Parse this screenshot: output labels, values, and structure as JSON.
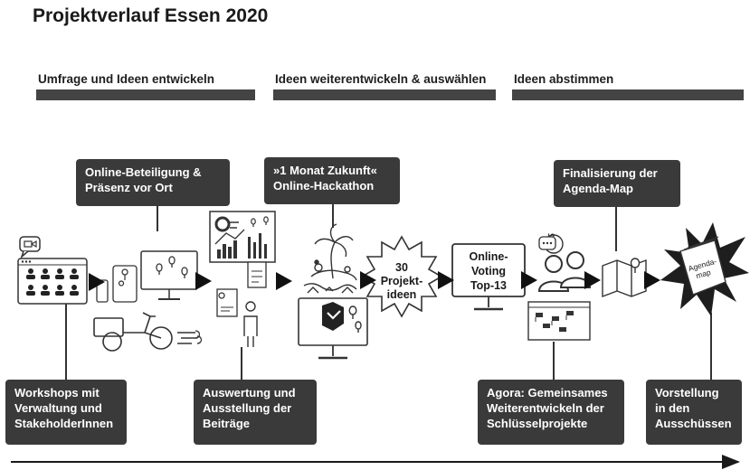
{
  "title": "Projektverlauf Essen 2020",
  "phases": [
    {
      "label": "Umfrage und Ideen entwickeln"
    },
    {
      "label": "Ideen weiterentwickeln & auswählen"
    },
    {
      "label": "Ideen abstimmen"
    }
  ],
  "boxes": {
    "online_beteiligung": "Online-Beteiligung &\nPräsenz vor Ort",
    "hackathon": "»1 Monat Zukunft«\nOnline-Hackathon",
    "agenda_map": "Finalisierung der\nAgenda-Map",
    "workshops": "Workshops mit\nVerwaltung und\nStakeholderInnen",
    "auswertung": "Auswertung und\nAusstellung der\nBeiträge",
    "agora": "Agora: Gemeinsames\nWeiterentwickeln der\nSchlüsselprojekte",
    "vorstellung": "Vorstellung\nin den\nAusschüssen"
  },
  "center": {
    "projektideen": "30\nProjekt-\nideen",
    "voting": "Online-\nVoting\nTop-13"
  },
  "icons": {
    "agenda_map_label": "Agenda-\nmap",
    "chat_bubble": "!?"
  },
  "colors": {
    "box_bg": "#3a3a3a",
    "bar": "#444444",
    "arrow": "#1a1a1a"
  }
}
